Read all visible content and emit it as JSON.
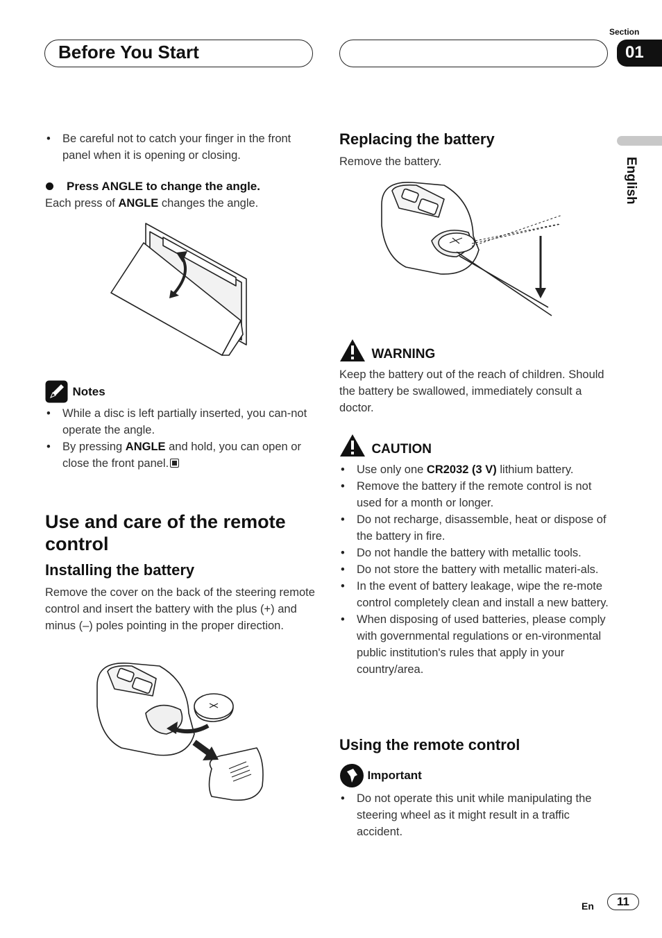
{
  "header": {
    "title": "Before You Start",
    "section_label": "Section",
    "section_number": "01",
    "language": "English"
  },
  "left": {
    "bullet_finger": "Be careful not to catch your finger in the front panel when it is opening or closing.",
    "step_title": "Press ANGLE to change the angle.",
    "step_body_pre": "Each press of ",
    "step_body_key": "ANGLE",
    "step_body_post": " changes the angle.",
    "notes_label": "Notes",
    "note1": "While a disc is left partially inserted, you can-not operate the angle.",
    "note2_pre": "By pressing ",
    "note2_key": "ANGLE",
    "note2_post": " and hold, you can open or close the front panel.",
    "section_title": "Use and care of the remote control",
    "install_title": "Installing the battery",
    "install_body": "Remove the cover on the back of the steering remote control and insert the battery with the plus (+) and minus (–) poles pointing in the proper direction."
  },
  "right": {
    "replace_title": "Replacing the battery",
    "replace_body": "Remove the battery.",
    "warning_label": "WARNING",
    "warning_body": "Keep the battery out of the reach of children. Should the battery be swallowed, immediately consult a doctor.",
    "caution_label": "CAUTION",
    "caution1_pre": "Use only one ",
    "caution1_key": "CR2032 (3 V)",
    "caution1_post": " lithium battery.",
    "caution2": "Remove the battery if the remote control is not used for a month or longer.",
    "caution3": "Do not recharge, disassemble, heat or dispose of the battery in fire.",
    "caution4": "Do not handle the battery with metallic tools.",
    "caution5": "Do not store the battery with metallic materi-als.",
    "caution6": "In the event of battery leakage, wipe the re-mote control completely clean and install a new battery.",
    "caution7": "When disposing of used batteries, please comply with governmental regulations or en-vironmental public institution's rules that apply in your country/area.",
    "using_title": "Using the remote control",
    "important_label": "Important",
    "important_body": "Do not operate this unit while manipulating the steering wheel as it might result in a traffic accident."
  },
  "footer": {
    "lang_code": "En",
    "page_number": "11"
  }
}
